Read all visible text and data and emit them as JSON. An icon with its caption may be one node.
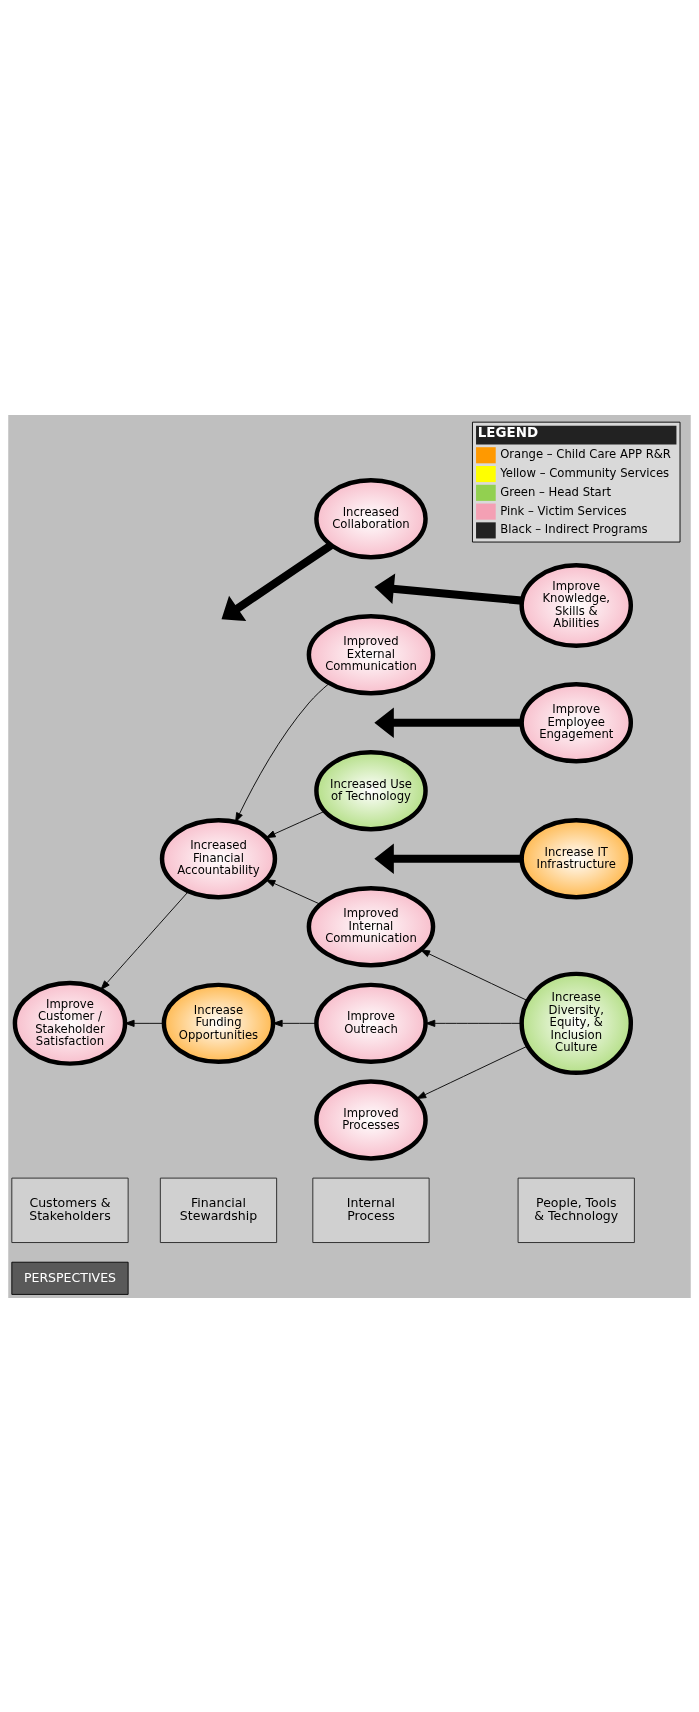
{
  "diagram": {
    "nodes": [
      {
        "text": [
          "PERSPECTIVES"
        ]
      },
      {
        "text": [
          "Customers & Stakeholders"
        ]
      },
      {
        "text": [
          "Financial Stewardship"
        ]
      },
      {
        "text": [
          "Internal Process"
        ]
      },
      {
        "text": [
          "People, Tools & Technology"
        ]
      },
      {
        "text": [
          "Improve Customer / Stakeholder Satisfaction"
        ]
      },
      {
        "text": [
          "Increase Funding Opportunities"
        ]
      },
      {
        "text": [
          "Increased Financial Accountability"
        ]
      },
      {
        "text": [
          "Improved Processes"
        ]
      },
      {
        "text": [
          "Improve Outreach"
        ]
      },
      {
        "text": [
          "Improved Internal Communication"
        ]
      },
      {
        "text": [
          "Increased Use of Technology"
        ]
      },
      {
        "text": [
          "Improved External Communication"
        ]
      },
      {
        "text": [
          "Increased Collaboration"
        ]
      },
      {
        "text": [
          "Increase Diversity, Equity, & Inclusion Culture"
        ]
      },
      {
        "text": [
          "Increase IT Infrastructure"
        ]
      },
      {
        "text": [
          "Improve Employee Engagement"
        ]
      },
      {
        "text": [
          "Improve Knowledge, Skills & Abilities"
        ]
      }
    ],
    "edges": [
      {
        "from": 14,
        "to": 8,
        "arrow": "to"
      },
      {
        "from": 14,
        "to": 9,
        "arrow": "to"
      },
      {
        "from": 14,
        "to": 10,
        "arrow": "to"
      },
      {
        "from": 9,
        "to": 6,
        "arrow": "to"
      },
      {
        "from": 6,
        "to": 5,
        "arrow": "to"
      },
      {
        "from": 7,
        "to": 5,
        "arrow": "to"
      },
      {
        "from": 10,
        "to": 7,
        "arrow": "to"
      },
      {
        "from": 11,
        "to": 7,
        "arrow": "to"
      },
      {
        "from": 12,
        "to": 7,
        "arrow": "to"
      },
      {
        "from": 15,
        "to": null,
        "arrow": "to",
        "style": "thick"
      },
      {
        "from": 16,
        "to": null,
        "arrow": "to",
        "style": "thick"
      },
      {
        "from": 17,
        "to": null,
        "arrow": "to",
        "style": "thick"
      },
      {
        "from": 13,
        "to": null,
        "arrow": "to",
        "style": "thick"
      }
    ],
    "labels": [
      "LEGEND"
    ],
    "legend": [
      {
        "text": "Orange – Child Care APP R&R",
        "color": "#ff9900"
      },
      {
        "text": "Yellow – Community Services",
        "color": "#ffff00"
      },
      {
        "text": "Green – Head Start",
        "color": "#92d050"
      },
      {
        "text": "Pink – Victim Services",
        "color": "#f4a0b4"
      },
      {
        "text": "Black – Indirect Programs",
        "color": "#222222"
      }
    ]
  }
}
